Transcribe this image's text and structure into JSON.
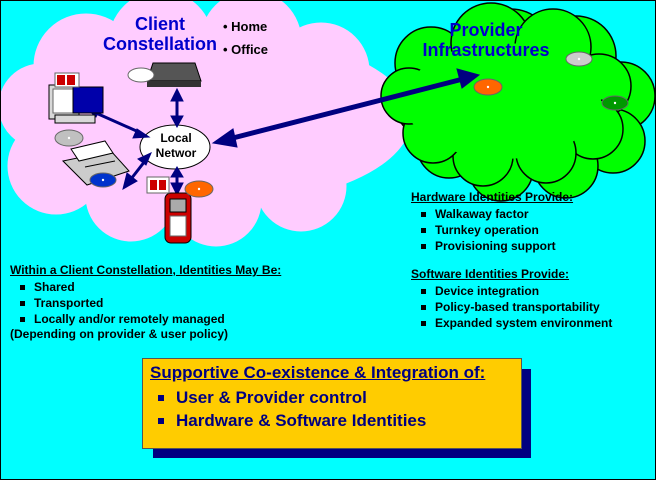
{
  "client": {
    "title_line1": "Client",
    "title_line2": "Constellation",
    "locations": [
      "Home",
      "Office"
    ],
    "network_line1": "Local",
    "network_line2": "Networ"
  },
  "provider": {
    "title_line1": "Provider",
    "title_line2": "Infrastructures"
  },
  "hardware": {
    "heading": "Hardware Identities Provide:",
    "items": [
      "Walkaway factor",
      "Turnkey operation",
      "Provisioning support"
    ]
  },
  "software": {
    "heading": "Software Identities Provide:",
    "items": [
      "Device integration",
      "Policy-based transportability",
      "Expanded system environment"
    ]
  },
  "within": {
    "heading": "Within a Client Constellation, Identities May Be:",
    "items": [
      "Shared",
      "Transported",
      "Locally and/or remotely managed"
    ],
    "note": "(Depending on provider & user policy)"
  },
  "summary": {
    "heading": "Supportive Co-existence & Integration of:",
    "items": [
      "User & Provider control",
      "Hardware & Software Identities"
    ]
  },
  "colors": {
    "background": "#00ffff",
    "client_cloud": "#ffccff",
    "provider_cloud": "#00ff00",
    "title_blue": "#0000cc",
    "arrow": "#000080",
    "summary_box": "#ffcc00",
    "summary_shadow": "#000080"
  }
}
